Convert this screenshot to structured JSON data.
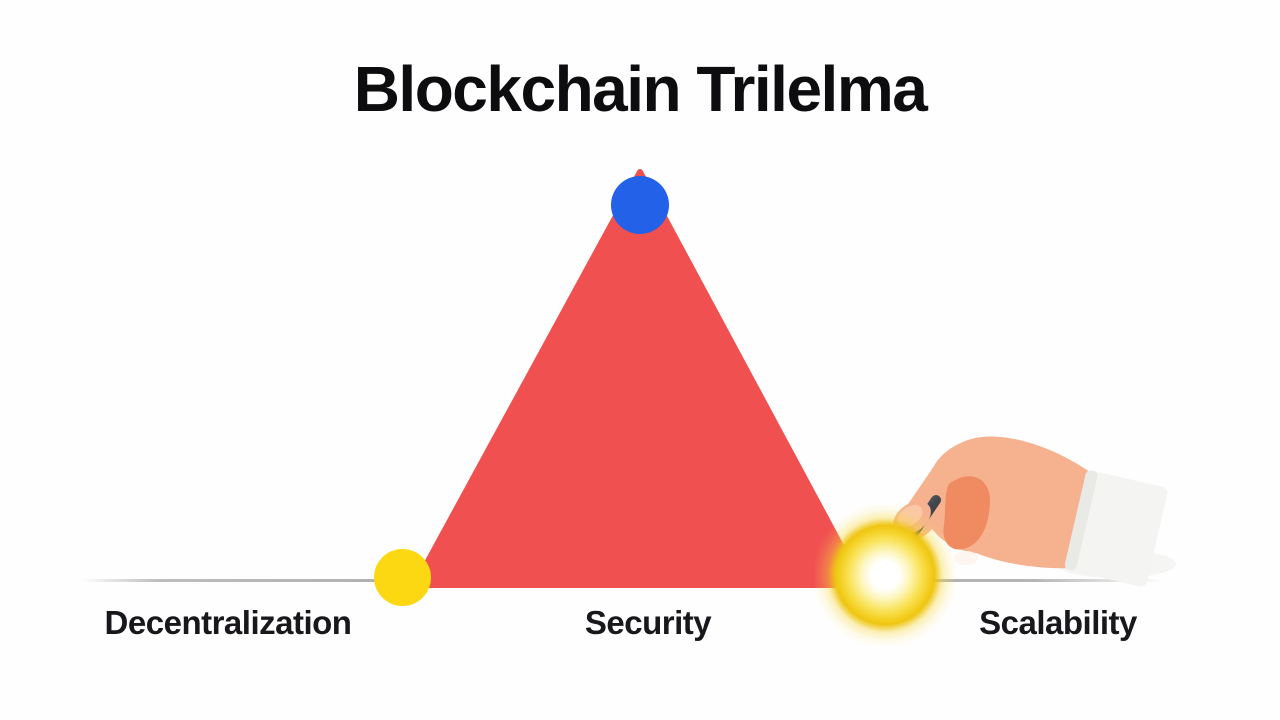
{
  "title": "Blockchain Trilelma",
  "diagram": {
    "type": "trilemma-triangle",
    "triangle_color": "#f0504f",
    "labels": {
      "left": "Decentralization",
      "center": "Security",
      "right": "Scalability"
    },
    "markers": {
      "top": {
        "shape": "circle",
        "color": "#2361e8"
      },
      "bottom_left": {
        "shape": "circle",
        "color": "#fcd813"
      },
      "bottom_right": {
        "shape": "glowing-circle",
        "color": "#f3ce1f",
        "state": "highlighted"
      }
    },
    "annotation": {
      "type": "hand-holding-stylus",
      "points_at": "bottom_right vertex",
      "skin_color": "#f6b18f",
      "sleeve_color": "#f4f4f2",
      "stylus_color": "#33373c"
    },
    "baseline_color": "#aaaaaa",
    "background_color": "#fefefe",
    "title_color": "#0d0d0f",
    "label_color": "#17171c"
  }
}
